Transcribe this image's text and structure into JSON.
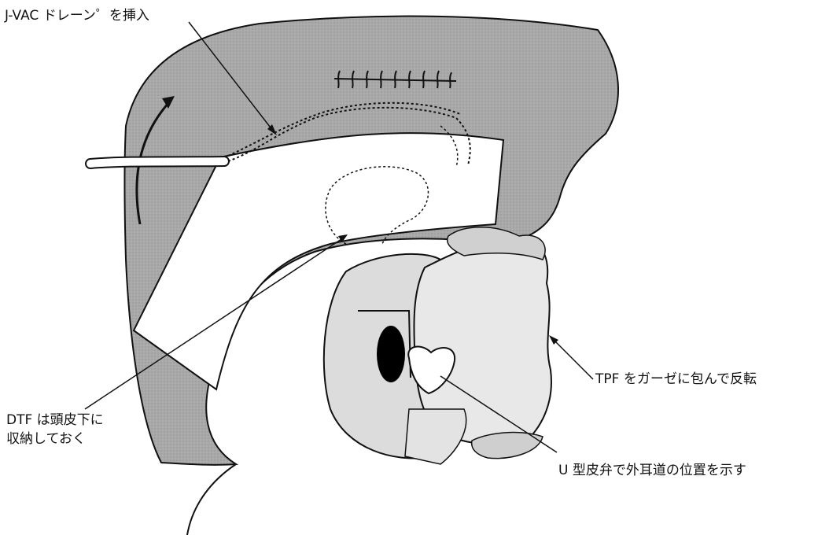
{
  "labels": {
    "drain": "J-VAC ドレーン゜を挿入",
    "tpf": "TPF をガーゼに包んで反転",
    "dtf_line1": "DTF は頭皮下に",
    "dtf_line2": "収納しておく",
    "uflap": "U 型皮弁で外耳道の位置を示す"
  },
  "colors": {
    "scalp_gray": "#a8a8a8",
    "line": "#111111",
    "background": "#ffffff"
  }
}
